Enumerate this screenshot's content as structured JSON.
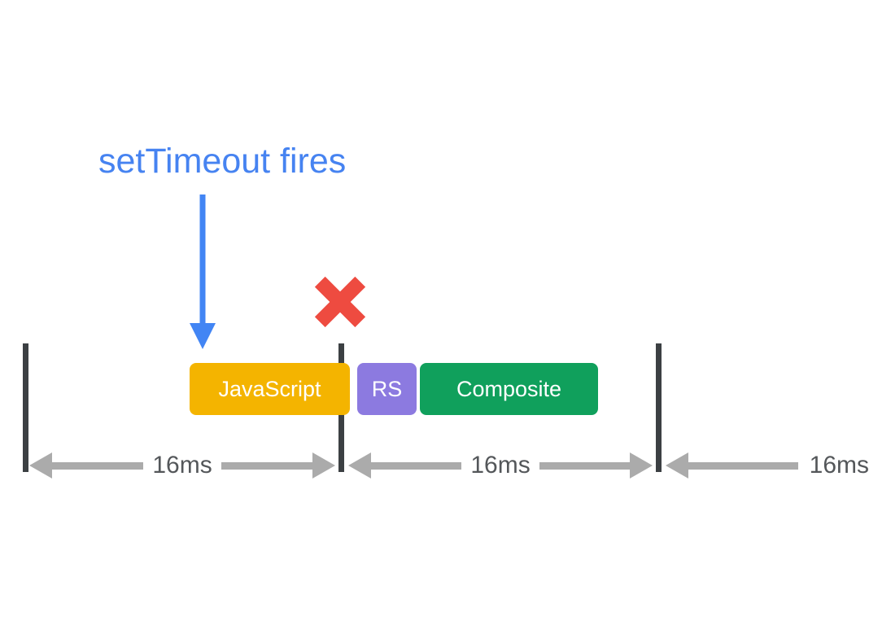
{
  "diagram": {
    "title": "setTimeout fires",
    "tasks": [
      {
        "label": "JavaScript",
        "color": "#F4B400"
      },
      {
        "label": "RS",
        "color": "#8C7AE0"
      },
      {
        "label": "Composite",
        "color": "#10A05C"
      }
    ],
    "frames": [
      {
        "duration": "16ms"
      },
      {
        "duration": "16ms"
      },
      {
        "duration": "16ms"
      }
    ],
    "colors": {
      "background": "#FFFFFF",
      "title_text": "#4683F1",
      "pointer_arrow": "#4285F4",
      "blocked_cross": "#EE4B40",
      "frame_boundary": "#3C4043",
      "measure_arrow": "#ABABAB",
      "measure_text": "#54575A",
      "task_text": "#FFFFFF"
    }
  }
}
